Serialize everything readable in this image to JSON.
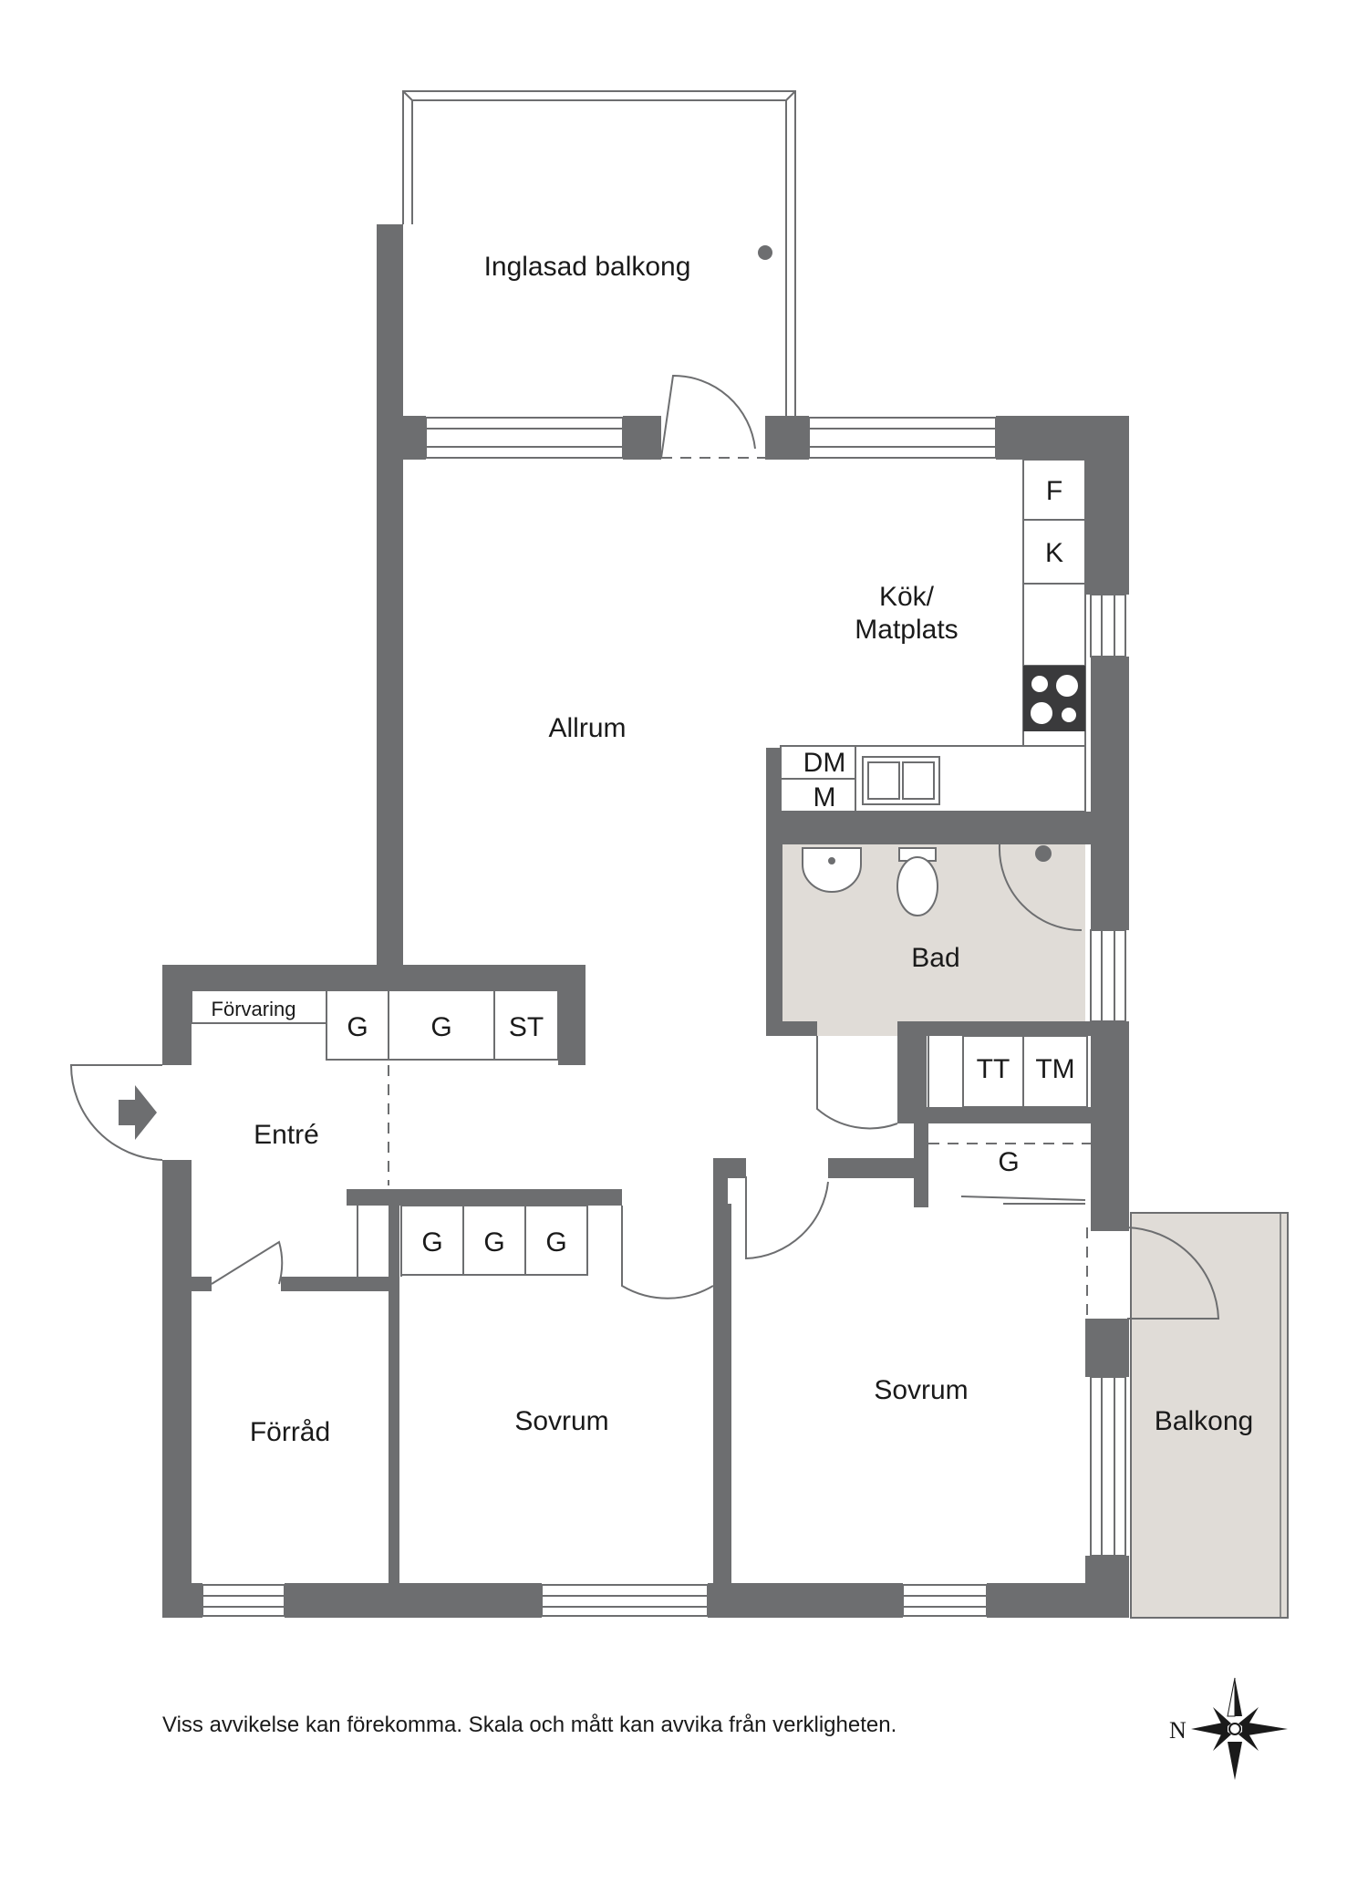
{
  "rooms": {
    "glazed_balcony": "Inglasad balkong",
    "kitchen_line1": "Kök/",
    "kitchen_line2": "Matplats",
    "living": "Allrum",
    "bath": "Bad",
    "entry": "Entré",
    "storage_room": "Förråd",
    "bedroom_1": "Sovrum",
    "bedroom_2": "Sovrum",
    "balcony": "Balkong"
  },
  "fixtures": {
    "fridge": "F",
    "freezer": "K",
    "dishwasher": "DM",
    "microwave": "M",
    "storage_label": "Förvaring",
    "entry_wardrobe_1": "G",
    "entry_wardrobe_2": "G",
    "entry_st": "ST",
    "tumble_dryer": "TT",
    "washing_machine": "TM",
    "hall_wardrobe": "G",
    "bedroom_wardrobe_1": "G",
    "bedroom_wardrobe_2": "G",
    "bedroom_wardrobe_3": "G"
  },
  "compass": {
    "north_label": "N"
  },
  "disclaimer": "Viss avvikelse kan förekomma. Skala och mått kan avvika från verkligheten.",
  "colors": {
    "wall": "#6d6e70",
    "wet_room": "#e0dcd7",
    "line": "#6d6e70"
  }
}
